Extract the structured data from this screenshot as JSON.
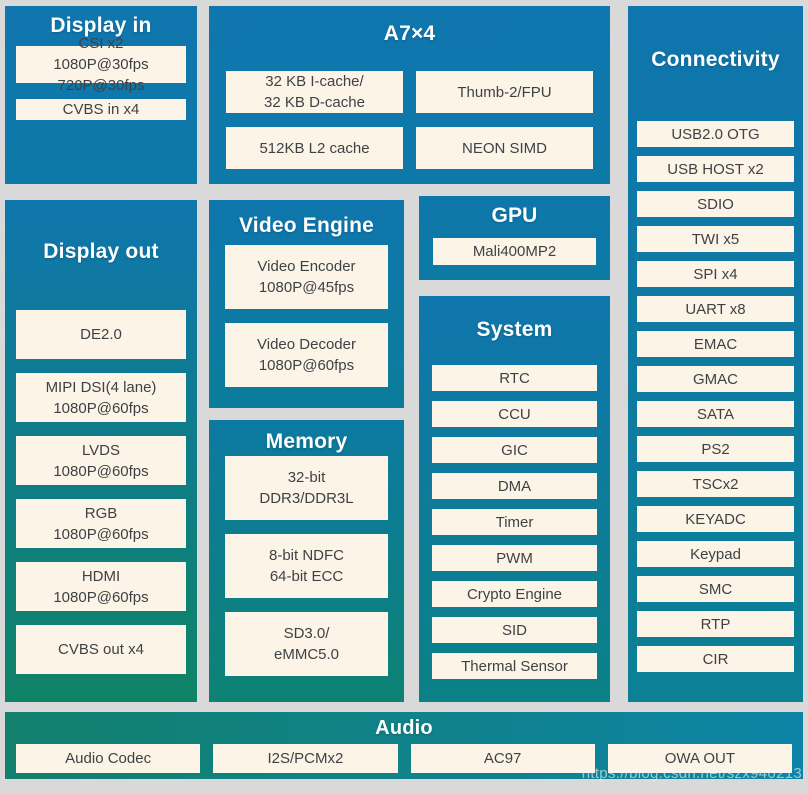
{
  "watermark": "https://blog.csdn.net/szx940213",
  "palette": {
    "background": "#d9d9d9",
    "block_blue_top": "#0f76ae",
    "block_green_bottom_left": "#0f8366",
    "block_teal_bottom_right": "#0c8095",
    "audio_gradient_left": "#12806c",
    "audio_gradient_right": "#0d84a6",
    "box_cream": "#fcf4e6",
    "box_text": "#3f4245",
    "title_text": "#ffffff"
  },
  "blocks": {
    "display_in": {
      "title": "Display in",
      "items": [
        "CSI x2\n1080P@30fps\n720P@30fps",
        "CVBS in x4"
      ]
    },
    "a7": {
      "title": "A7×4",
      "items": [
        "32 KB I-cache/\n32 KB D-cache",
        "Thumb-2/FPU",
        "512KB L2 cache",
        "NEON SIMD"
      ]
    },
    "connectivity": {
      "title": "Connectivity",
      "items": [
        "USB2.0 OTG",
        "USB HOST x2",
        "SDIO",
        "TWI x5",
        "SPI x4",
        "UART x8",
        "EMAC",
        "GMAC",
        "SATA",
        "PS2",
        "TSCx2",
        "KEYADC",
        "Keypad",
        "SMC",
        "RTP",
        "CIR"
      ]
    },
    "display_out": {
      "title": "Display out",
      "items": [
        "DE2.0",
        "MIPI DSI(4 lane)\n1080P@60fps",
        "LVDS\n1080P@60fps",
        "RGB\n1080P@60fps",
        "HDMI\n1080P@60fps",
        "CVBS out x4"
      ]
    },
    "video_engine": {
      "title": "Video Engine",
      "items": [
        "Video Encoder\n1080P@45fps",
        "Video Decoder\n1080P@60fps"
      ]
    },
    "memory": {
      "title": "Memory",
      "items": [
        "32-bit\nDDR3/DDR3L",
        "8-bit NDFC\n64-bit ECC",
        "SD3.0/\neMMC5.0"
      ]
    },
    "gpu": {
      "title": "GPU",
      "items": [
        "Mali400MP2"
      ]
    },
    "system": {
      "title": "System",
      "items": [
        "RTC",
        "CCU",
        "GIC",
        "DMA",
        "Timer",
        "PWM",
        "Crypto Engine",
        "SID",
        "Thermal Sensor"
      ]
    },
    "audio": {
      "title": "Audio",
      "items": [
        "Audio Codec",
        "I2S/PCMx2",
        "AC97",
        "OWA OUT"
      ]
    }
  }
}
